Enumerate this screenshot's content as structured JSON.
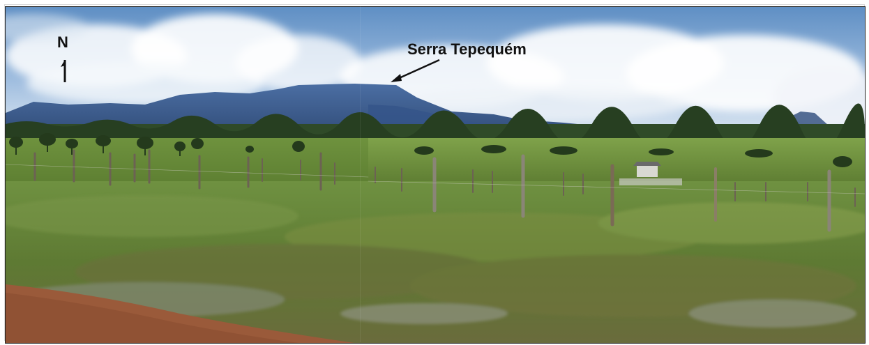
{
  "photo": {
    "description_alt": "Panoramic landscape photo with mountains and grassland",
    "north_label": "N",
    "feature_label": "Serra Tepequém",
    "colors": {
      "sky_top": "#5f8fc4",
      "sky_bottom": "#dfe9f3",
      "mountains": "#3f5f92",
      "tree_line": "#2f4a28",
      "grass": "#6b8a3a",
      "dirt": "#9a5a3a"
    }
  }
}
